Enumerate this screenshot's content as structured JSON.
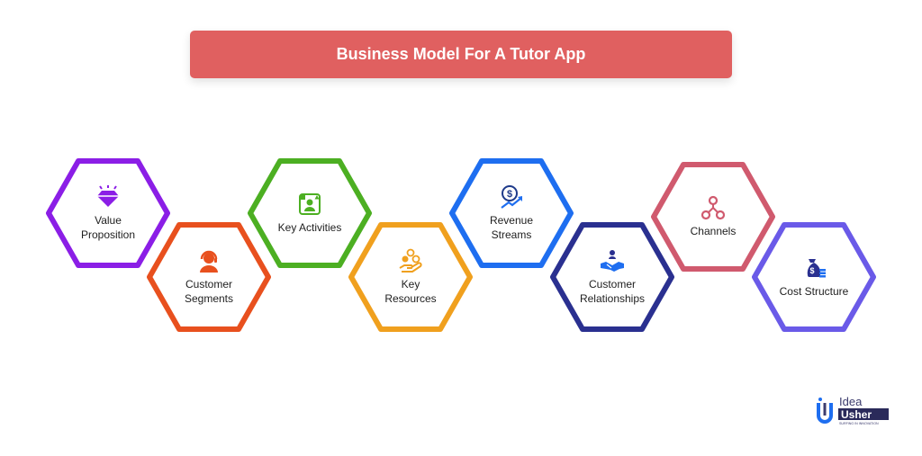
{
  "title": "Business Model For A Tutor App",
  "blocks": [
    {
      "label": "Value\nProposition",
      "color": "#8b1ee6",
      "icon": "diamond-icon"
    },
    {
      "label": "Customer\nSegments",
      "color": "#e8501e",
      "icon": "headset-agent-icon"
    },
    {
      "label": "Key Activities",
      "color": "#4caf22",
      "icon": "team-activity-icon"
    },
    {
      "label": "Key\nResources",
      "color": "#f0a01e",
      "icon": "hand-coins-icon"
    },
    {
      "label": "Revenue\nStreams",
      "color": "#1e6ef0",
      "icon": "dollar-growth-icon"
    },
    {
      "label": "Customer\nRelationships",
      "color": "#2a3090",
      "icon": "handshake-icon"
    },
    {
      "label": "Channels",
      "color": "#d05a6e",
      "icon": "network-nodes-icon"
    },
    {
      "label": "Cost Structure",
      "color": "#6a5ae8",
      "icon": "money-bag-icon"
    }
  ],
  "logo": {
    "line1": "Idea",
    "line2": "Usher",
    "tagline": "SURFING IN INNOVATION",
    "icon": "idea-usher-logo"
  }
}
